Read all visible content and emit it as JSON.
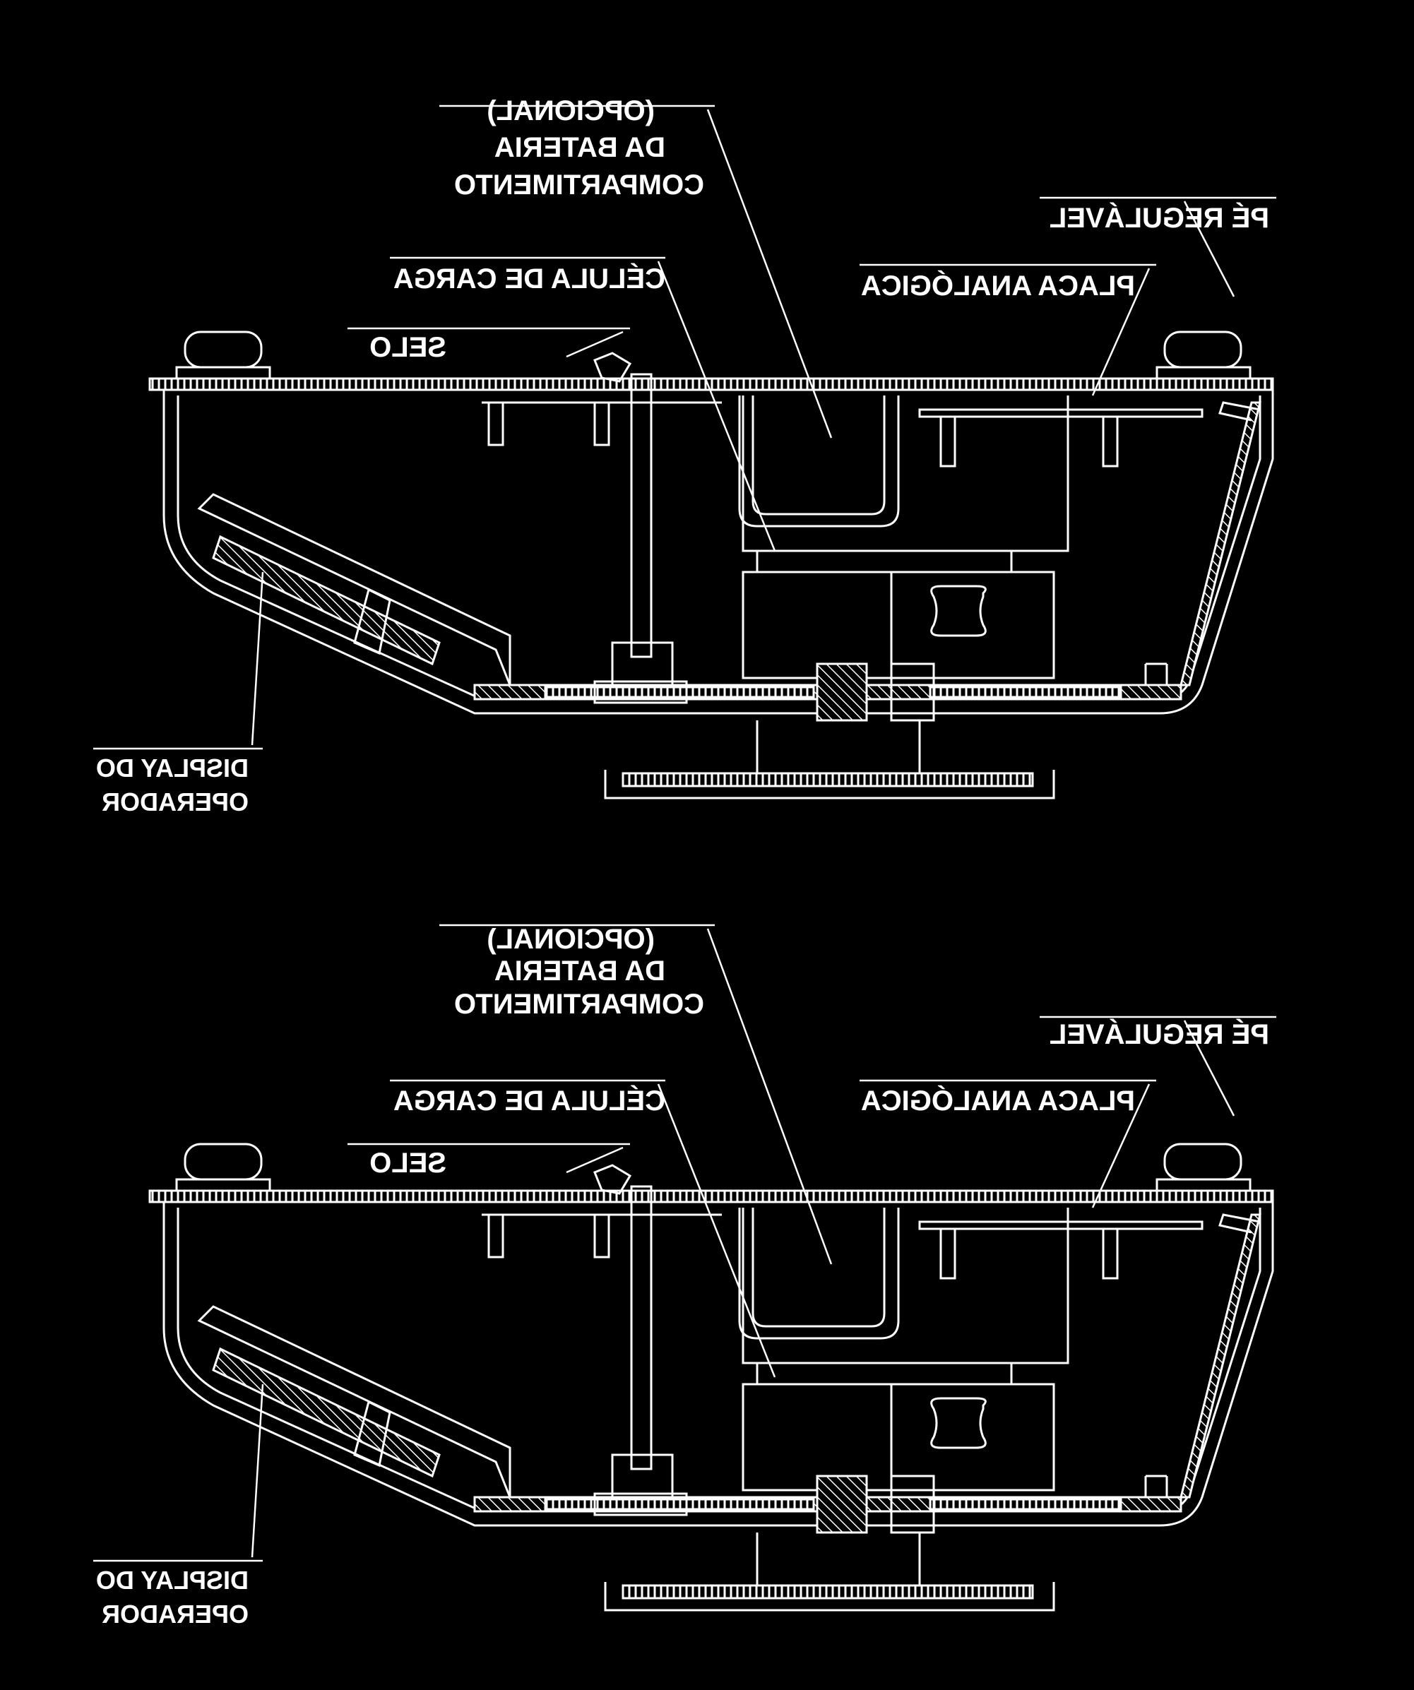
{
  "page": {
    "background": "#000000",
    "ink": "#ffffff"
  },
  "diagrams": [
    {
      "id": "top",
      "labels": {
        "pe_regulavel": "PÉ REGULÁVEL",
        "placa_analogica": "PLACA ANALÓGICA",
        "compartimento_l1": "COMPARTIMENTO",
        "compartimento_l2": "DA BATERIA",
        "compartimento_l3": "(OPCIONAL)",
        "celula_de_carga": "CÉLULA DE CARGA",
        "selo": "SELO",
        "display_l1": "DISPLAY DO",
        "display_l2": "OPERADOR"
      }
    },
    {
      "id": "bottom",
      "labels": {
        "pe_regulavel": "PÉ REGULÁVEL",
        "placa_analogica": "PLACA ANALÓGICA",
        "compartimento_l1": "COMPARTIMENTO",
        "compartimento_l2": "DA BATERIA",
        "compartimento_l3": "(OPCIONAL)",
        "celula_de_carga": "CÉLULA DE CARGA",
        "selo": "SELO",
        "display_l1": "DISPLAY DO",
        "display_l2": "OPERADOR"
      }
    }
  ]
}
